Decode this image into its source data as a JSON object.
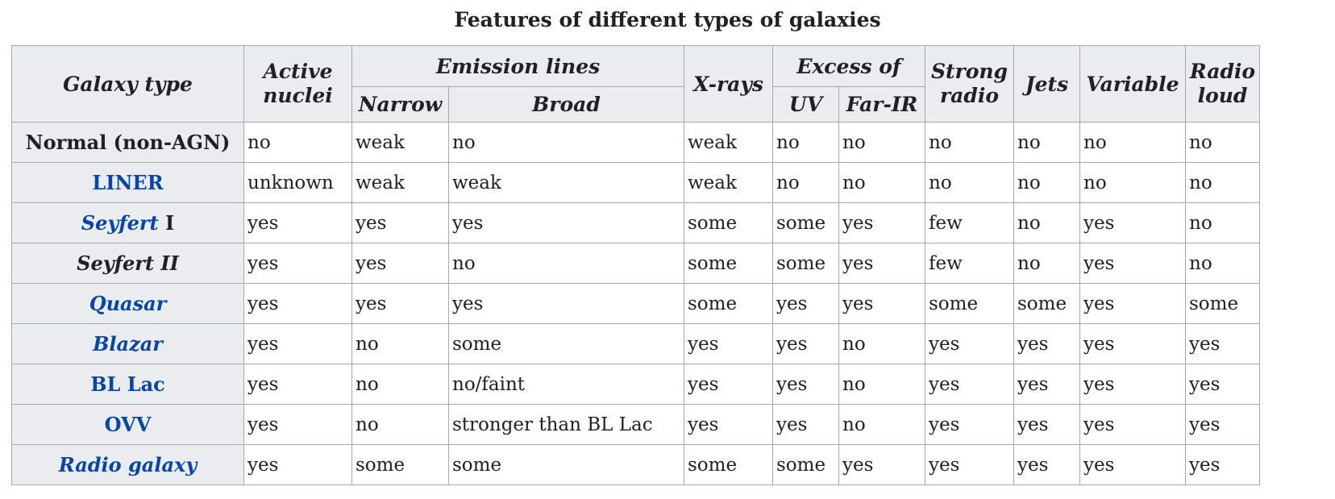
{
  "caption": "Features of different types of galaxies",
  "header": {
    "galaxy_type": "Galaxy type",
    "active_nuclei": "Active nuclei",
    "emission_lines": "Emission lines",
    "narrow": "Narrow",
    "broad": "Broad",
    "x_rays": "X-rays",
    "excess_of": "Excess of",
    "uv": "UV",
    "far_ir": "Far-IR",
    "strong_radio": "Strong radio",
    "jets": "Jets",
    "variable": "Variable",
    "radio_loud": "Radio loud"
  },
  "rows": [
    {
      "type": "Normal (non-AGN)",
      "linked": false,
      "cells": [
        "no",
        "weak",
        "no",
        "weak",
        "no",
        "no",
        "no",
        "no",
        "no",
        "no"
      ]
    },
    {
      "type": "LINER",
      "linked": true,
      "cells": [
        "unknown",
        "weak",
        "weak",
        "weak",
        "no",
        "no",
        "no",
        "no",
        "no",
        "no"
      ]
    },
    {
      "type_name": "Seyfert",
      "type_numeral": "I",
      "linked": true,
      "cells": [
        "yes",
        "yes",
        "yes",
        "some",
        "some",
        "yes",
        "few",
        "no",
        "yes",
        "no"
      ]
    },
    {
      "type": "Seyfert II",
      "linked": false,
      "cells": [
        "yes",
        "yes",
        "no",
        "some",
        "some",
        "yes",
        "few",
        "no",
        "yes",
        "no"
      ]
    },
    {
      "type": "Quasar",
      "linked": true,
      "cells": [
        "yes",
        "yes",
        "yes",
        "some",
        "yes",
        "yes",
        "some",
        "some",
        "yes",
        "some"
      ]
    },
    {
      "type": "Blazar",
      "linked": true,
      "cells": [
        "yes",
        "no",
        "some",
        "yes",
        "yes",
        "no",
        "yes",
        "yes",
        "yes",
        "yes"
      ]
    },
    {
      "type": "BL Lac",
      "linked": true,
      "cells": [
        "yes",
        "no",
        "no/faint",
        "yes",
        "yes",
        "no",
        "yes",
        "yes",
        "yes",
        "yes"
      ]
    },
    {
      "type": "OVV",
      "linked": true,
      "cells": [
        "yes",
        "no",
        "stronger than BL Lac",
        "yes",
        "yes",
        "no",
        "yes",
        "yes",
        "yes",
        "yes"
      ]
    },
    {
      "type": "Radio galaxy",
      "linked": true,
      "cells": [
        "yes",
        "some",
        "some",
        "some",
        "some",
        "yes",
        "yes",
        "yes",
        "yes",
        "yes"
      ]
    }
  ],
  "colors": {
    "header_bg": "#eaecf0",
    "cell_bg": "#ffffff",
    "border": "#a2a9b1",
    "link": "#0645ad",
    "text": "#202122"
  }
}
